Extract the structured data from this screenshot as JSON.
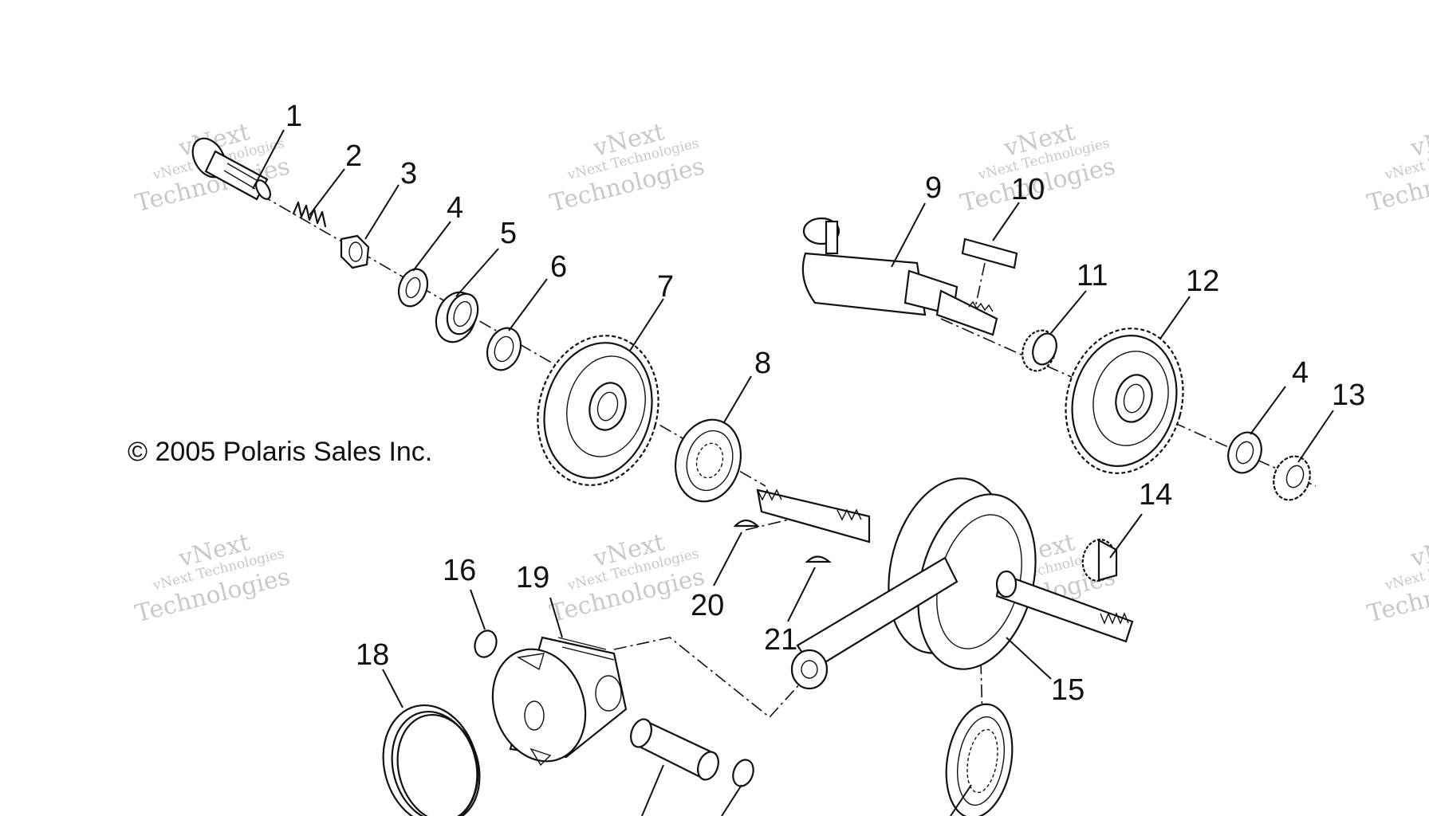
{
  "copyright": "© 2005 Polaris Sales Inc.",
  "watermark": {
    "line1": "vNext Technologies",
    "line2": "vNext",
    "line3": "Technologies"
  },
  "callouts": {
    "c1": "1",
    "c2": "2",
    "c3": "3",
    "c4a": "4",
    "c4b": "4",
    "c5": "5",
    "c6": "6",
    "c7": "7",
    "c8": "8",
    "c9": "9",
    "c10": "10",
    "c11": "11",
    "c12": "12",
    "c13": "13",
    "c14": "14",
    "c15": "15",
    "c16": "16",
    "c18": "18",
    "c19": "19",
    "c20": "20",
    "c21": "21"
  }
}
